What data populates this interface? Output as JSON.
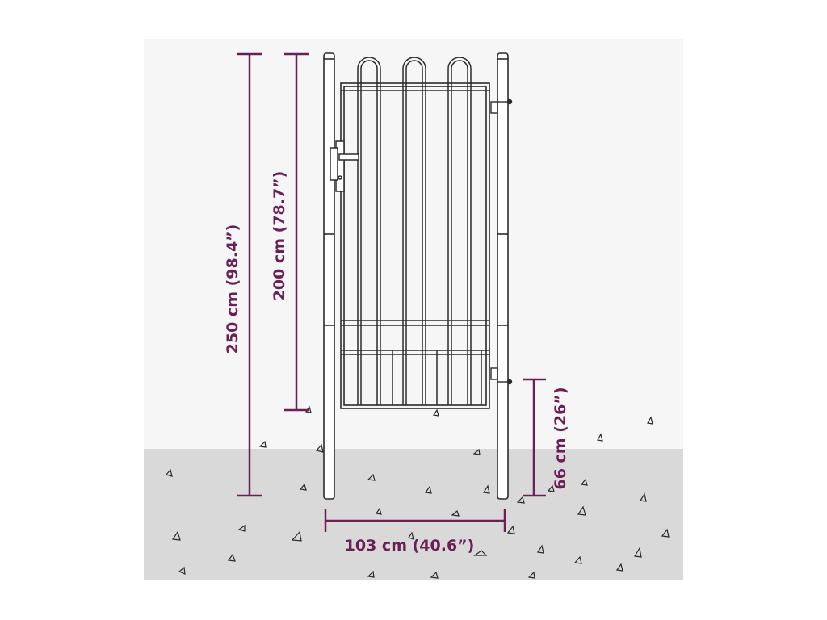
{
  "colors": {
    "dimension": "#6b1f55",
    "outline": "#2b2b2b",
    "ground": "#d9d9d9",
    "background_panel": "#f5f5f5"
  },
  "dimensions": {
    "total_height": "250 cm (98.4”)",
    "gate_height": "200 cm (78.7”)",
    "gate_width": "103 cm (40.6”)",
    "post_gap": "66 cm (26”)"
  }
}
